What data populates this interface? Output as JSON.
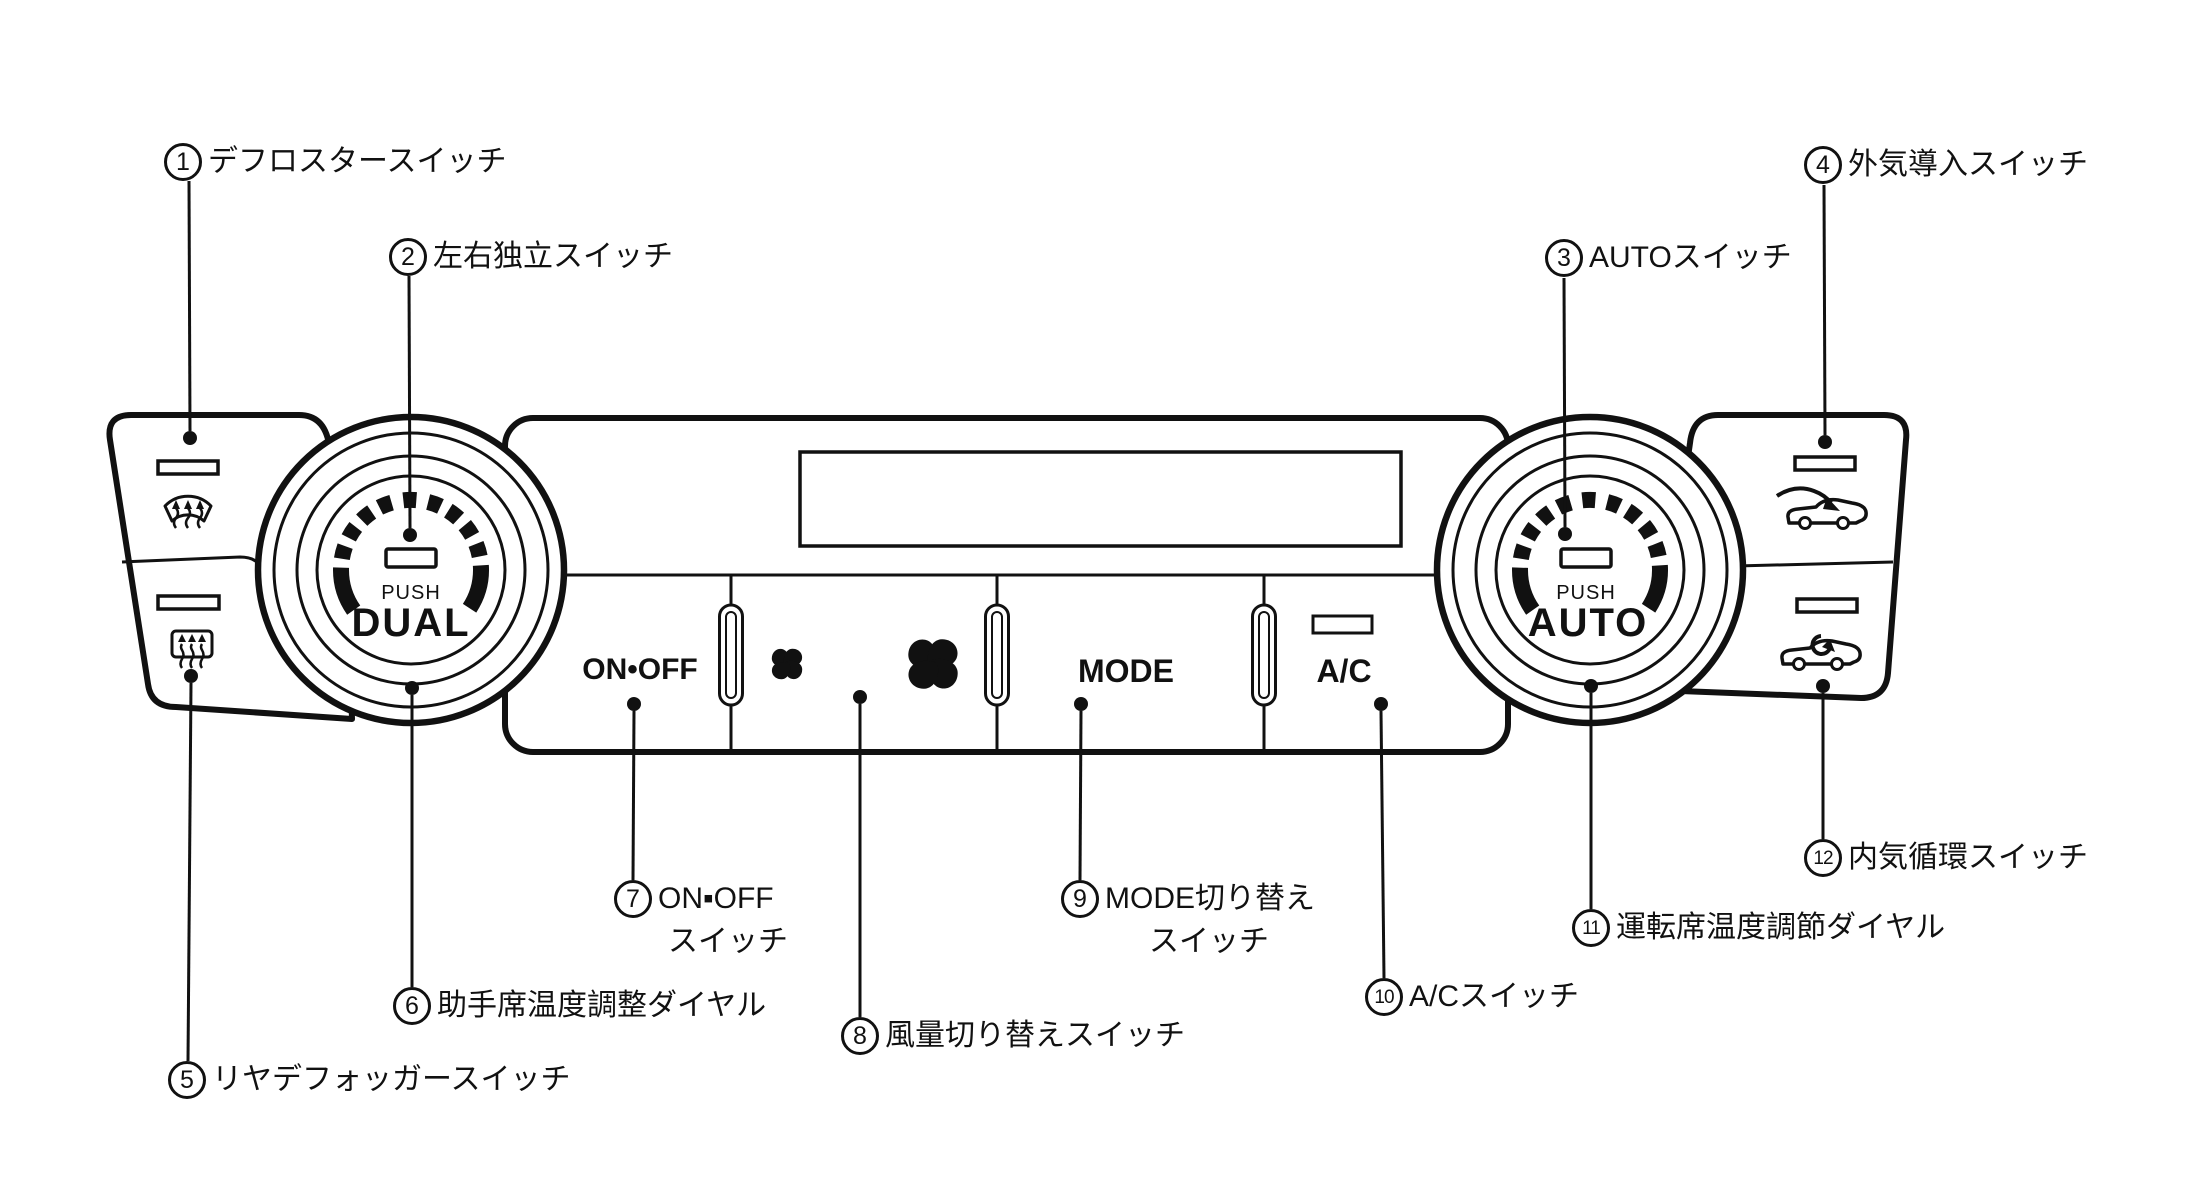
{
  "figure": {
    "background": "#ffffff",
    "line_color": "#111111"
  },
  "panel": {
    "left_dial": {
      "push": "PUSH",
      "label": "DUAL"
    },
    "right_dial": {
      "push": "PUSH",
      "label": "AUTO"
    },
    "buttons": {
      "on_off": "ON•OFF",
      "mode": "MODE",
      "ac": "A/C"
    }
  },
  "labels": [
    {
      "num": "1",
      "text": "デフロスタースイッチ"
    },
    {
      "num": "2",
      "text": "左右独立スイッチ"
    },
    {
      "num": "3",
      "text": "AUTOスイッチ"
    },
    {
      "num": "4",
      "text": "外気導入スイッチ"
    },
    {
      "num": "5",
      "text": "リヤデフォッガースイッチ"
    },
    {
      "num": "6",
      "text": "助手席温度調整ダイヤル"
    },
    {
      "num": "7",
      "text": "ON▪OFF",
      "text2": "スイッチ"
    },
    {
      "num": "8",
      "text": "風量切り替えスイッチ"
    },
    {
      "num": "9",
      "text": "MODE切り替え",
      "text2": "スイッチ"
    },
    {
      "num": "10",
      "text": "A/Cスイッチ"
    },
    {
      "num": "11",
      "text": "運転席温度調節ダイヤル"
    },
    {
      "num": "12",
      "text": "内気循環スイッチ"
    }
  ]
}
